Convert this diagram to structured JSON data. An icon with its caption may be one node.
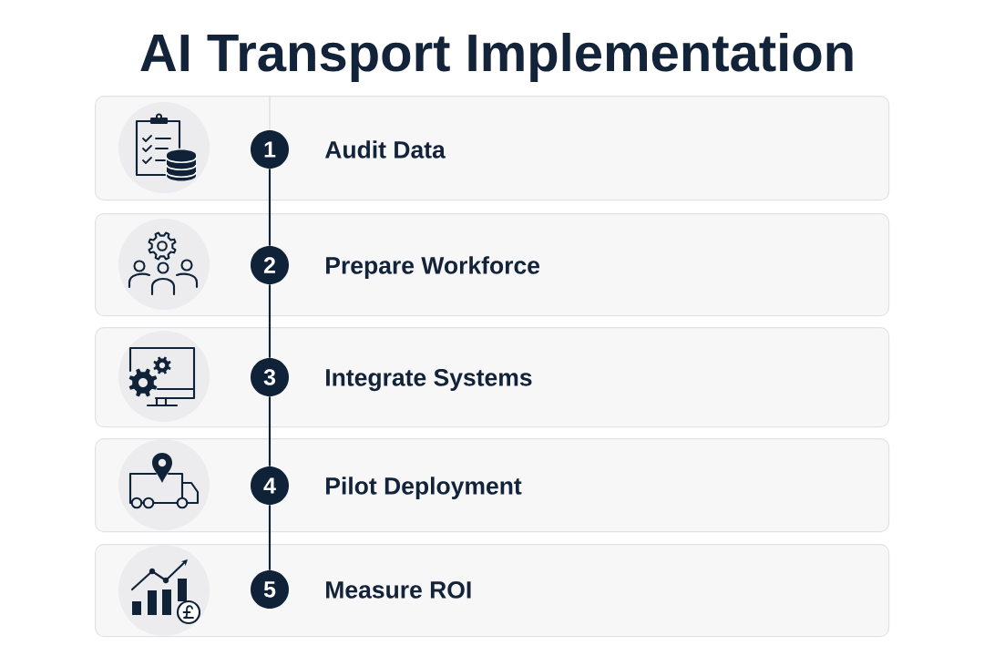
{
  "diagram": {
    "title": "AI Transport Implementation",
    "nodes": [
      {
        "text": [
          "Audit Data"
        ]
      },
      {
        "text": [
          "1"
        ],
        "in": 0
      },
      {
        "text": [
          "Prepare Workforce"
        ]
      },
      {
        "text": [
          "2"
        ],
        "in": 2
      },
      {
        "text": [
          "Integrate Systems"
        ]
      },
      {
        "text": [
          "3"
        ],
        "in": 4
      },
      {
        "text": [
          "Pilot Deployment"
        ]
      },
      {
        "text": [
          "4"
        ],
        "in": 6
      },
      {
        "text": [
          "Measure ROI"
        ]
      },
      {
        "text": [
          "5"
        ],
        "in": 8
      }
    ],
    "edges": [
      {
        "from": 1,
        "to": 3,
        "arrow": "none"
      },
      {
        "from": 3,
        "to": 5,
        "arrow": "none"
      },
      {
        "from": 5,
        "to": 7,
        "arrow": "none"
      },
      {
        "from": 7,
        "to": 9,
        "arrow": "none"
      }
    ]
  }
}
